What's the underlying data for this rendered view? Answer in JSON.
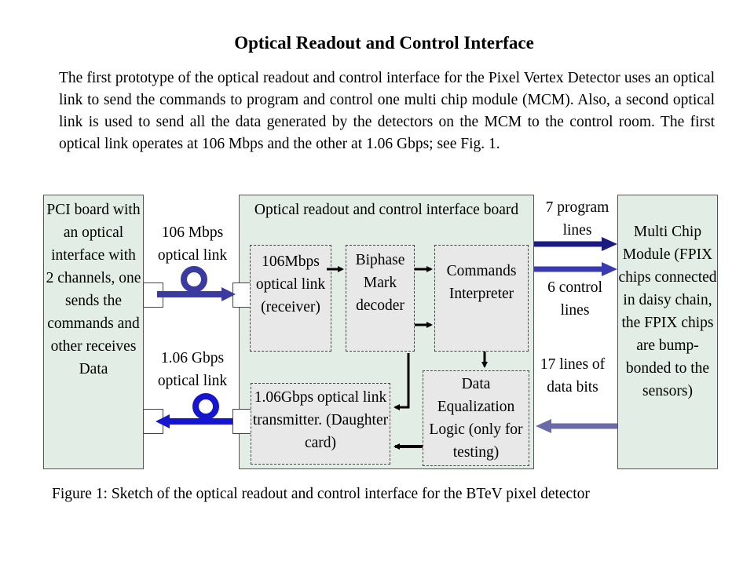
{
  "title": "Optical Readout and Control Interface",
  "paragraph": "The first prototype of the optical readout and control interface for the Pixel Vertex Detector uses an optical link to send the commands to program and control one multi chip module (MCM). Also, a second optical link is used to send all the data generated by the detectors on the MCM to the control room. The first optical link operates at 106 Mbps and the other at 1.06 Gbps; see Fig. 1.",
  "diagram": {
    "pci_board": "PCI board with an optical interface with 2 channels, one sends the commands and other receives Data",
    "interface_board": "Optical readout and control interface board",
    "link_106_label": "106 Mbps optical link",
    "link_106g_label": "1.06 Gbps optical link",
    "receiver": "106Mbps optical link (receiver)",
    "biphase": "Biphase Mark decoder",
    "commands": "Commands Interpreter",
    "transmitter": "1.06Gbps optical link transmitter. (Daughter card)",
    "equalization": "Data Equalization Logic (only for testing)",
    "program_lines": "7 program lines",
    "control_lines": "6 control lines",
    "data_lines": "17 lines of data bits",
    "mcm": "Multi Chip Module (FPIX chips connected in daisy chain, the FPIX chips are bump-bonded to the sensors)"
  },
  "caption": "Figure 1: Sketch of the optical readout and control interface for the BTeV pixel detector",
  "colors": {
    "board_fill": "#e2ede5",
    "inner_fill": "#e8e8e8",
    "fiber_dark": "#3a3aa0",
    "fiber_bright": "#1515d0",
    "program_arrow": "#1a1a80",
    "control_arrow": "#3a3ab0",
    "data_arrow": "#6a6aa8"
  }
}
